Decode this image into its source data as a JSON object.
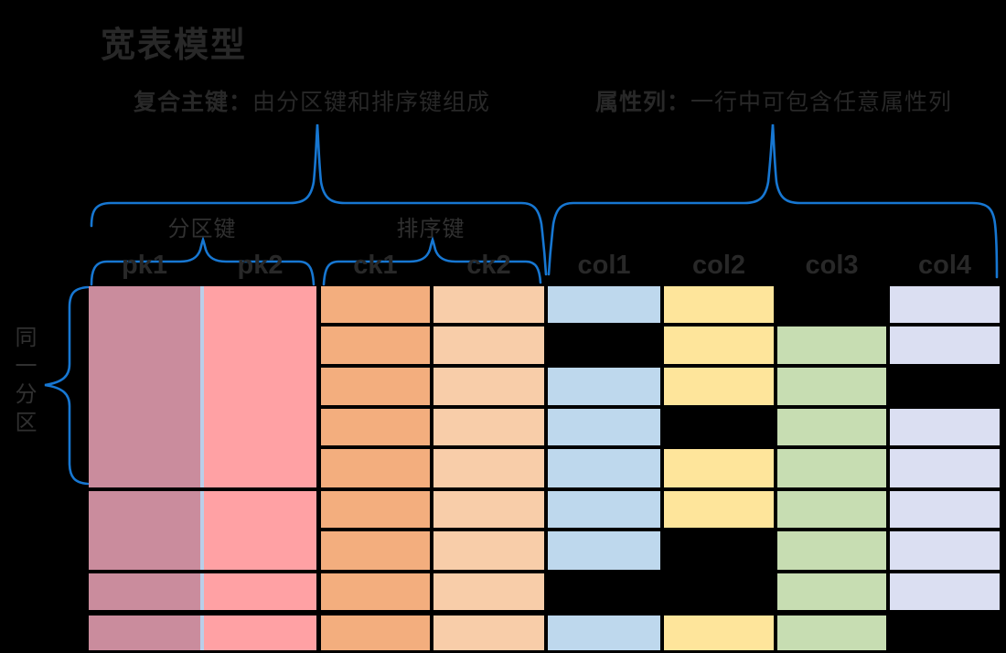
{
  "title": "宽表模型",
  "callouts": {
    "primary_key": {
      "label": "复合主键：",
      "desc": "由分区键和排序键组成"
    },
    "attribute_col": {
      "label": "属性列：",
      "desc": "一行中可包含任意属性列"
    }
  },
  "group_labels": {
    "partition_key": "分区键",
    "sort_key": "排序键",
    "same_partition": "同一分区"
  },
  "table": {
    "headers": [
      "pk1",
      "pk2",
      "ck1",
      "ck2",
      "col1",
      "col2",
      "col3",
      "col4"
    ],
    "partitions_row_counts": [
      5,
      2,
      1,
      1
    ],
    "attr_columns": [
      "col1",
      "col2",
      "col3",
      "col4"
    ],
    "attr_presence": [
      [
        1,
        1,
        0,
        1
      ],
      [
        0,
        1,
        1,
        1
      ],
      [
        1,
        1,
        1,
        0
      ],
      [
        1,
        0,
        1,
        1
      ],
      [
        1,
        1,
        1,
        1
      ],
      [
        1,
        1,
        1,
        1
      ],
      [
        1,
        0,
        1,
        1
      ],
      [
        0,
        0,
        1,
        1
      ],
      [
        1,
        1,
        1,
        0
      ]
    ]
  },
  "colors": {
    "background": "#000000",
    "text_dark": "#282828",
    "label_text": "#303030",
    "brace_blue": "#1777d2",
    "pk_divider": "#b9cfe9",
    "pk1": "#ca8c9d",
    "pk2": "#ffa1a4",
    "ck1": "#f3ae7e",
    "ck2": "#f8cda9",
    "col1": "#bed8ed",
    "col2": "#fee59b",
    "col3": "#c7ddb2",
    "col4": "#dbdff2"
  }
}
